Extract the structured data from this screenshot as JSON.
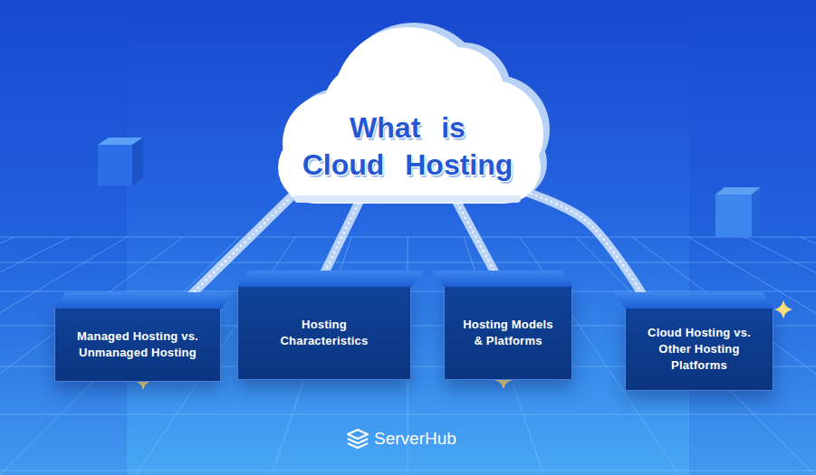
{
  "diagram": {
    "nodes": [
      {
        "text": [
          "What is Cloud Hosting"
        ]
      },
      {
        "text": [
          "Managed Hosting vs. Unmanaged Hosting"
        ]
      },
      {
        "text": [
          "Hosting Characteristics"
        ]
      },
      {
        "text": [
          "Hosting Models & Platforms"
        ]
      },
      {
        "text": [
          "Cloud Hosting vs. Other Hosting Platforms"
        ]
      }
    ],
    "edges": [
      {
        "from": 0,
        "to": 1,
        "arrow": "none"
      },
      {
        "from": 0,
        "to": 2,
        "arrow": "none"
      },
      {
        "from": 0,
        "to": 3,
        "arrow": "none"
      },
      {
        "from": 0,
        "to": 4,
        "arrow": "none"
      }
    ],
    "labels": [
      "ServerHub"
    ]
  }
}
